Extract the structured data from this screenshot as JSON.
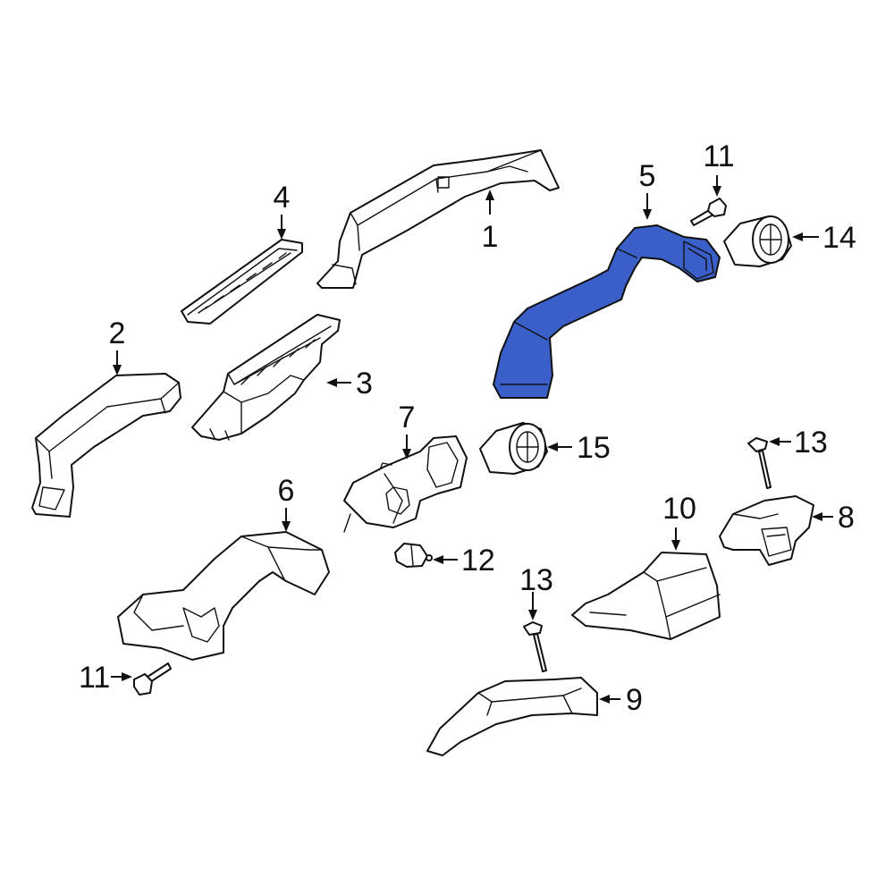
{
  "diagram": {
    "highlight_color": "#3a5fc8",
    "callouts": [
      {
        "id": "c1",
        "label": "1",
        "part": "part-1"
      },
      {
        "id": "c2",
        "label": "2",
        "part": "part-2"
      },
      {
        "id": "c3",
        "label": "3",
        "part": "part-3"
      },
      {
        "id": "c4",
        "label": "4",
        "part": "part-4"
      },
      {
        "id": "c5",
        "label": "5",
        "part": "part-5",
        "highlighted": true
      },
      {
        "id": "c6",
        "label": "6",
        "part": "part-6"
      },
      {
        "id": "c7",
        "label": "7",
        "part": "part-7"
      },
      {
        "id": "c8",
        "label": "8",
        "part": "part-8"
      },
      {
        "id": "c9",
        "label": "9",
        "part": "part-9"
      },
      {
        "id": "c10",
        "label": "10",
        "part": "part-10"
      },
      {
        "id": "c11a",
        "label": "11",
        "part": "part-11-top"
      },
      {
        "id": "c11b",
        "label": "11",
        "part": "part-11-bottom"
      },
      {
        "id": "c12",
        "label": "12",
        "part": "part-12"
      },
      {
        "id": "c13a",
        "label": "13",
        "part": "part-13-right"
      },
      {
        "id": "c13b",
        "label": "13",
        "part": "part-13-center"
      },
      {
        "id": "c14",
        "label": "14",
        "part": "part-14"
      },
      {
        "id": "c15",
        "label": "15",
        "part": "part-15"
      }
    ]
  }
}
